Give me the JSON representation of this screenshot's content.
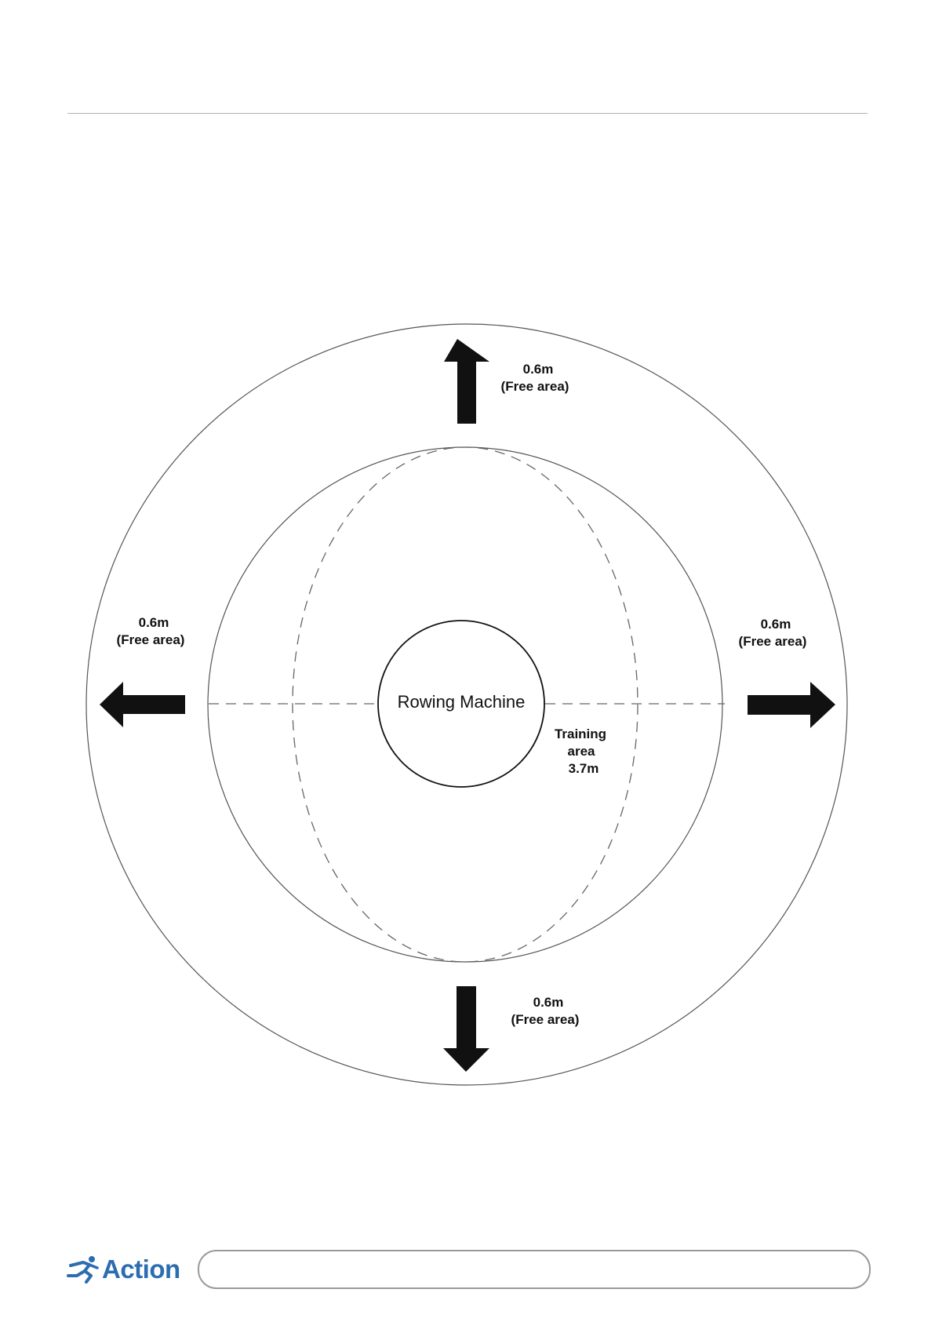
{
  "diagram": {
    "center_label": "Rowing Machine",
    "free_area_value": "0.6m",
    "free_area_caption": "(Free area)",
    "training_area": [
      "Training",
      "area",
      "3.7m"
    ]
  },
  "footer": {
    "brand": "Action",
    "brand_color": "#2c6cb0",
    "logo_icon": "running-figure-icon"
  }
}
